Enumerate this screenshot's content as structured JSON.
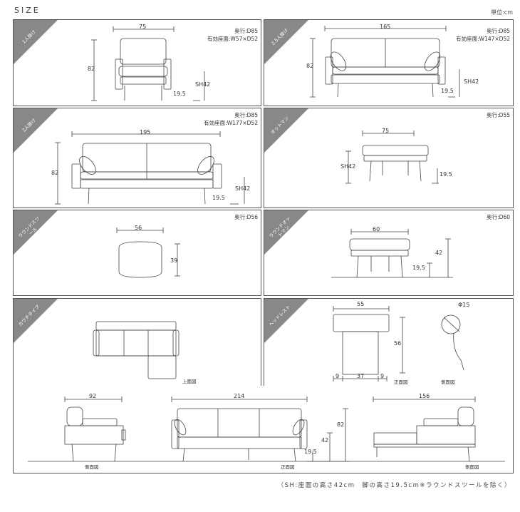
{
  "header": {
    "title": "SIZE",
    "unit": "単位:cm"
  },
  "panels": {
    "p1": {
      "tag": "1人掛け",
      "note1": "奥行:D85",
      "note2": "有効座面:W57×D52",
      "w": "75",
      "h": "82",
      "sh": "SH42",
      "leg": "19.5"
    },
    "p25": {
      "tag": "2.5人掛け",
      "note1": "奥行:D85",
      "note2": "有効座面:W147×D52",
      "w": "165",
      "h": "82",
      "sh": "SH42",
      "leg": "19.5"
    },
    "p3": {
      "tag": "3人掛け",
      "note1": "奥行:D85",
      "note2": "有効座面:W177×D52",
      "w": "195",
      "h": "82",
      "sh": "SH42",
      "leg": "19.5"
    },
    "ottoman": {
      "tag": "オットマン",
      "note1": "奥行:D55",
      "w": "75",
      "sh": "SH42",
      "leg": "19.5"
    },
    "round": {
      "tag": "ラウンドスツール",
      "note1": "奥行:D56",
      "w": "56",
      "h": "39"
    },
    "round_ottoman": {
      "tag": "ラウンドオットマン",
      "note1": "奥行:D60",
      "w": "60",
      "h": "42",
      "leg": "19.5"
    },
    "couch": {
      "tag": "カウチタイプ",
      "top_label": "上面図",
      "side_w": "92",
      "front_w": "214",
      "side2_w": "156",
      "h": "82",
      "sh": "42",
      "leg": "19.5",
      "side_label": "側面図",
      "front_label": "正面図",
      "side2_label": "側面図"
    },
    "headrest": {
      "tag": "ヘッドレスト",
      "w": "55",
      "h": "56",
      "d1": "9",
      "d2": "37",
      "d3": "9",
      "front_label": "正面図",
      "side_label": "側面図",
      "phi": "Φ15"
    }
  },
  "footer": {
    "note": "（SH:座面の高さ42cm　脚の高さ19.5cm※ラウンドスツールを除く）"
  }
}
